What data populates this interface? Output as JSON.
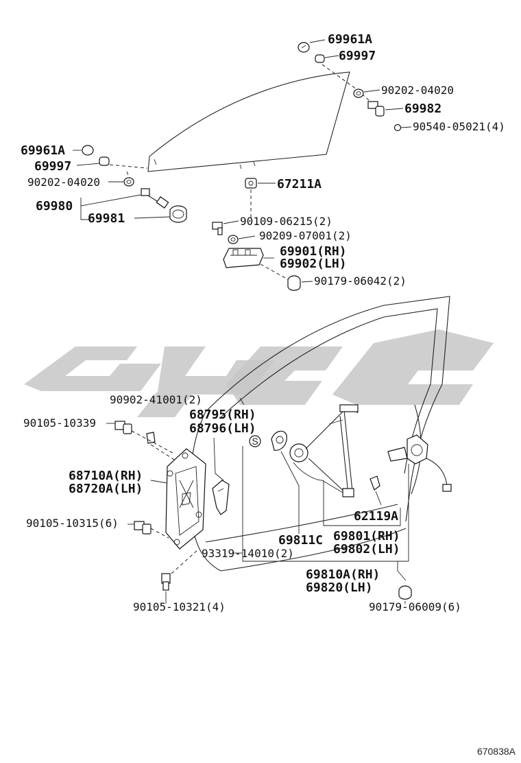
{
  "watermark": {
    "text": "",
    "color": "#c7c7c7"
  },
  "diagram_code": "670838A",
  "labels": {
    "p_69961A_top": "69961A",
    "p_69997_top": "69997",
    "p_90202_04020_r": "90202-04020",
    "p_69982": "69982",
    "p_90540": "90540-05021(4)",
    "p_69961A_left": "69961A",
    "p_69997_left": "69997",
    "p_90202_04020_l": "90202-04020",
    "p_67211A": "67211A",
    "p_69980": "69980",
    "p_69981": "69981",
    "p_90109": "90109-06215(2)",
    "p_90209": "90209-07001(2)",
    "p_69901": "69901(RH)",
    "p_69902": "69902(LH)",
    "p_90179_06042": "90179-06042(2)",
    "p_90902": "90902-41001(2)",
    "p_68795": "68795(RH)",
    "p_68796": "68796(LH)",
    "p_90105_10339": "90105-10339",
    "p_68710A": "68710A(RH)",
    "p_68720A": "68720A(LH)",
    "p_90105_10315": "90105-10315(6)",
    "p_93319": "93319-14010(2)",
    "p_62119A": "62119A",
    "p_69811C": "69811C",
    "p_69801": "69801(RH)",
    "p_69802": "69802(LH)",
    "p_69810A": "69810A(RH)",
    "p_69820": "69820(LH)",
    "p_90105_10321": "90105-10321(4)",
    "p_90179_06009": "90179-06009(6)",
    "s_mark": "S"
  }
}
